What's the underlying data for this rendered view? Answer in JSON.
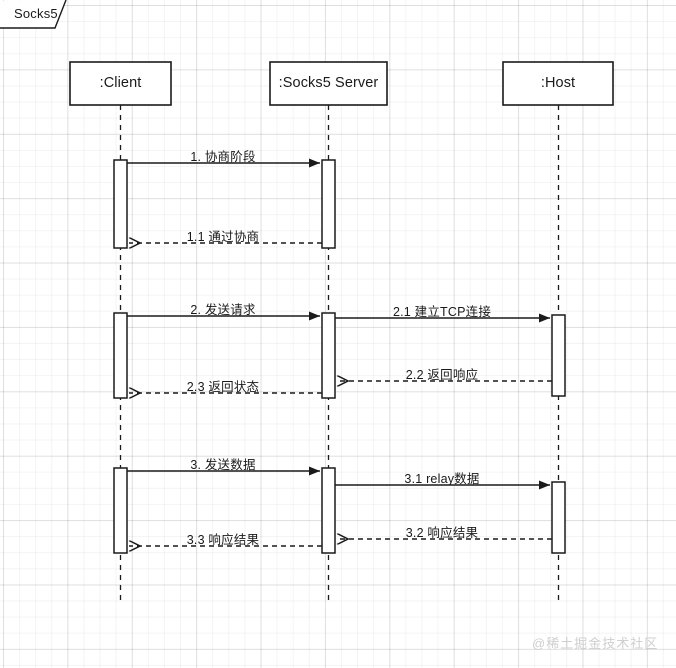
{
  "diagram": {
    "tab_title": "Socks5",
    "watermark": "@稀土掘金技术社区",
    "stroke_color": "#1a1a1a",
    "participants": [
      {
        "name": "client",
        "label": ":Client"
      },
      {
        "name": "socks5-server",
        "label": ":Socks5 Server"
      },
      {
        "name": "host",
        "label": ":Host"
      }
    ],
    "messages": [
      {
        "id": "m1",
        "label": "1. 协商阶段",
        "from": ":Client",
        "to": ":Socks5 Server",
        "style": "solid"
      },
      {
        "id": "m1-1",
        "label": "1.1 通过协商",
        "from": ":Socks5 Server",
        "to": ":Client",
        "style": "dashed"
      },
      {
        "id": "m2",
        "label": "2. 发送请求",
        "from": ":Client",
        "to": ":Socks5 Server",
        "style": "solid"
      },
      {
        "id": "m2-1",
        "label": "2.1 建立TCP连接",
        "from": ":Socks5 Server",
        "to": ":Host",
        "style": "solid"
      },
      {
        "id": "m2-2",
        "label": "2.2 返回响应",
        "from": ":Host",
        "to": ":Socks5 Server",
        "style": "dashed"
      },
      {
        "id": "m2-3",
        "label": "2.3 返回状态",
        "from": ":Socks5 Server",
        "to": ":Client",
        "style": "dashed"
      },
      {
        "id": "m3",
        "label": "3. 发送数据",
        "from": ":Client",
        "to": ":Socks5 Server",
        "style": "solid"
      },
      {
        "id": "m3-1",
        "label": "3.1 relay数据",
        "from": ":Socks5 Server",
        "to": ":Host",
        "style": "solid"
      },
      {
        "id": "m3-2",
        "label": "3.2 响应结果",
        "from": ":Host",
        "to": ":Socks5 Server",
        "style": "dashed"
      },
      {
        "id": "m3-3",
        "label": "3.3 响应结果",
        "from": ":Socks5 Server",
        "to": ":Client",
        "style": "dashed"
      }
    ]
  }
}
